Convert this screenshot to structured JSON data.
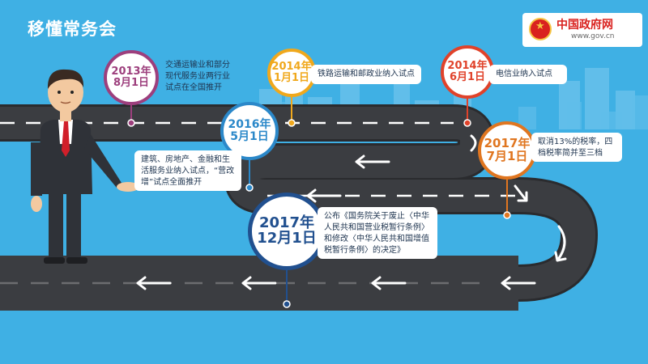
{
  "header": {
    "title": "移懂常务会",
    "gov_name": "中国政府网",
    "gov_url": "www.gov.cn"
  },
  "timeline": [
    {
      "date_year": "2013年",
      "date_day": "8月1日",
      "text": "交通运输业和部分现代服务业两行业试点在全国推开",
      "color": "#9d3f7d"
    },
    {
      "date_year": "2014年",
      "date_day": "1月1日",
      "text": "铁路运输和邮政业纳入试点",
      "color": "#f0a81c"
    },
    {
      "date_year": "2014年",
      "date_day": "6月1日",
      "text": "电信业纳入试点",
      "color": "#e0422a"
    },
    {
      "date_year": "2016年",
      "date_day": "5月1日",
      "text": "建筑、房地产、金融和生活服务业纳入试点，“营改增”试点全面推开",
      "color": "#2b88c9"
    },
    {
      "date_year": "2017年",
      "date_day": "7月1日",
      "text": "取消13%的税率，四档税率简并至三档",
      "color": "#e07620"
    },
    {
      "date_year": "2017年",
      "date_day": "12月1日",
      "text": "公布《国务院关于废止〈中华人民共和国营业税暂行条例〉和修改〈中华人民共和国增值税暂行条例〉的决定》",
      "color": "#21508f"
    }
  ],
  "colors": {
    "sky": "#3fb0e4",
    "road": "#3b3d41",
    "road_edge": "#2a2b2e",
    "lane": "#ffffff",
    "skyline_back": "#7ecbef",
    "skyline_front": "#5fbde9",
    "skin": "#f3c9a0",
    "suit": "#2f3238",
    "tie": "#d11f2a"
  }
}
